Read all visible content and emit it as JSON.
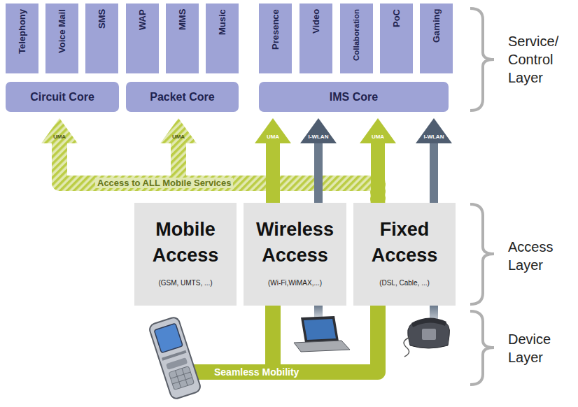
{
  "diagram": {
    "nodes": [
      {
        "text": [
          "Telephony"
        ]
      },
      {
        "text": [
          "Voice Mail"
        ]
      },
      {
        "text": [
          "SMS"
        ]
      },
      {
        "text": [
          "WAP"
        ]
      },
      {
        "text": [
          "MMS"
        ]
      },
      {
        "text": [
          "Music"
        ]
      },
      {
        "text": [
          "Presence"
        ]
      },
      {
        "text": [
          "Video"
        ]
      },
      {
        "text": [
          "Collaboration"
        ]
      },
      {
        "text": [
          "PoC"
        ]
      },
      {
        "text": [
          "Gaming"
        ]
      },
      {
        "text": [
          "Circuit Core"
        ]
      },
      {
        "text": [
          "Packet Core"
        ]
      },
      {
        "text": [
          "IMS Core"
        ]
      },
      {
        "text": [
          "Mobile Access",
          "(GSM, UMTS, ...)"
        ]
      },
      {
        "text": [
          "Wireless Access",
          "(Wi-Fi,WiMAX,...)"
        ]
      },
      {
        "text": [
          "Fixed Access",
          "(DSL, Cable, ...)"
        ]
      }
    ],
    "edges": [
      {
        "from": 16,
        "to": 11,
        "label": "UMA",
        "arrow": "to"
      },
      {
        "from": 16,
        "to": 12,
        "label": "UMA",
        "arrow": "to"
      },
      {
        "from": 15,
        "to": 13,
        "label": "UMA",
        "arrow": "to"
      },
      {
        "from": 15,
        "to": 13,
        "label": "I-WLAN",
        "arrow": "to"
      },
      {
        "from": 16,
        "to": 13,
        "label": "UMA",
        "arrow": "to"
      },
      {
        "from": 16,
        "to": 13,
        "label": "I-WLAN",
        "arrow": "to"
      }
    ],
    "labels": [
      "Access to ALL Mobile Services",
      "Seamless Mobility",
      "Service/ Control Layer",
      "Access Layer",
      "Device Layer"
    ]
  }
}
